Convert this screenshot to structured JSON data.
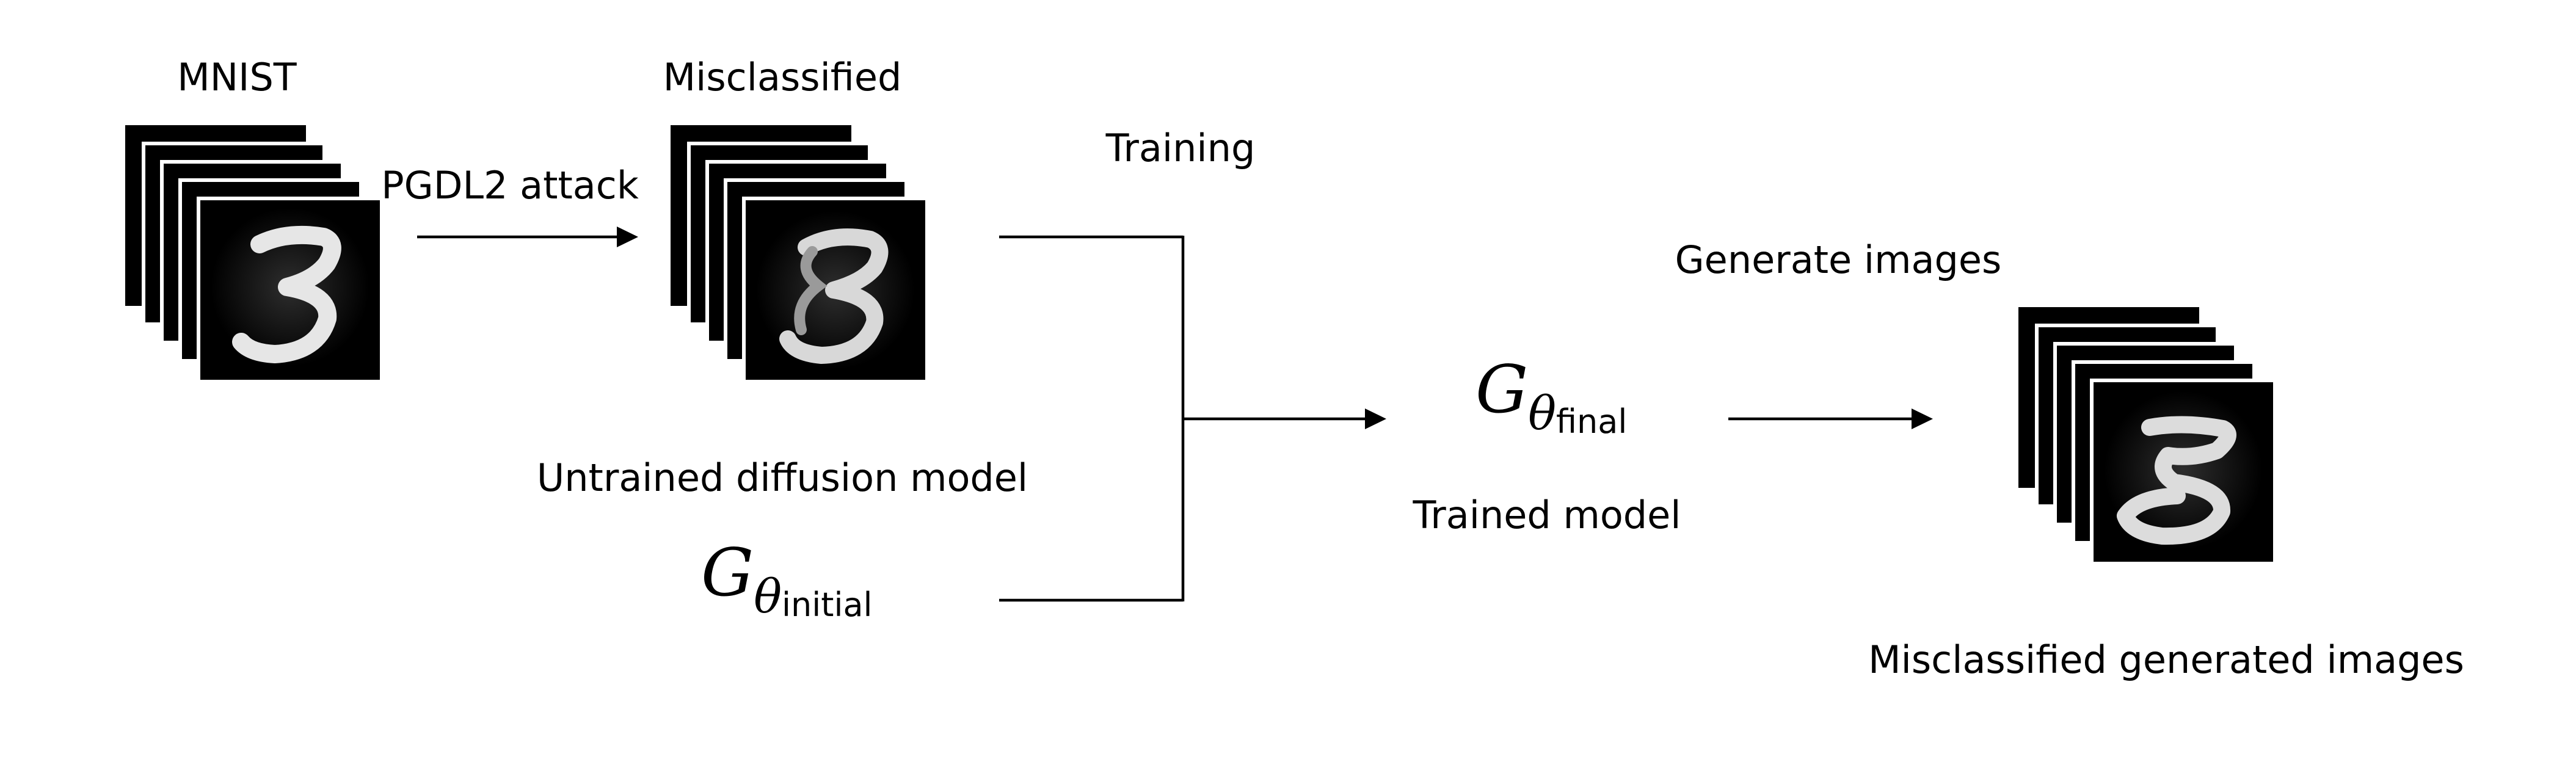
{
  "labels": {
    "mnist": "MNIST",
    "attack": "PGDL2 attack",
    "misclassified": "Misclassified",
    "training": "Training",
    "untrained": "Untrained diffusion model",
    "trained": "Trained model",
    "generate": "Generate images",
    "misclassified_generated": "Misclassified generated images"
  },
  "math": {
    "initial_symbol": "G",
    "initial_theta": "θ",
    "initial_sub": "initial",
    "final_symbol": "G",
    "final_theta": "θ",
    "final_sub": "final"
  },
  "colors": {
    "ink": "#000000",
    "background": "#ffffff"
  }
}
